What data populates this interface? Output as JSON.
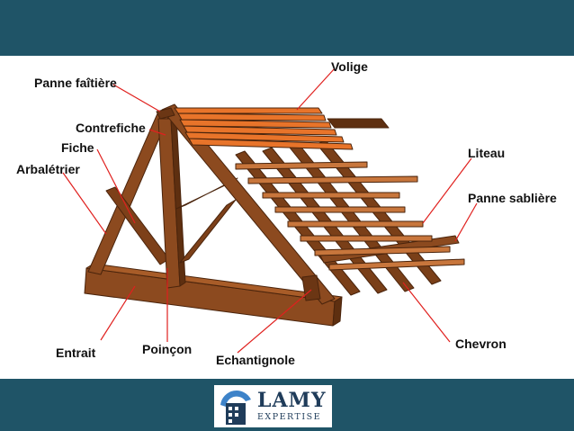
{
  "labels": {
    "panne_faitiere": "Panne faîtière",
    "volige": "Volige",
    "contrefiche": "Contrefiche",
    "fiche": "Fiche",
    "arbaletrier": "Arbalétrier",
    "liteau": "Liteau",
    "panne_sabliere": "Panne sablière",
    "chevron": "Chevron",
    "entrait": "Entrait",
    "poincon": "Poinçon",
    "echantignole": "Echantignole"
  },
  "logo": {
    "name": "LAMY",
    "subtitle": "EXPERTISE"
  },
  "colors": {
    "banner": "#1f5467",
    "wood": "#8c4a1f",
    "wood_dark": "#5e2f10",
    "volige": "#e8742a",
    "leader": "#e0201e",
    "logo_text": "#1f3c5a"
  }
}
